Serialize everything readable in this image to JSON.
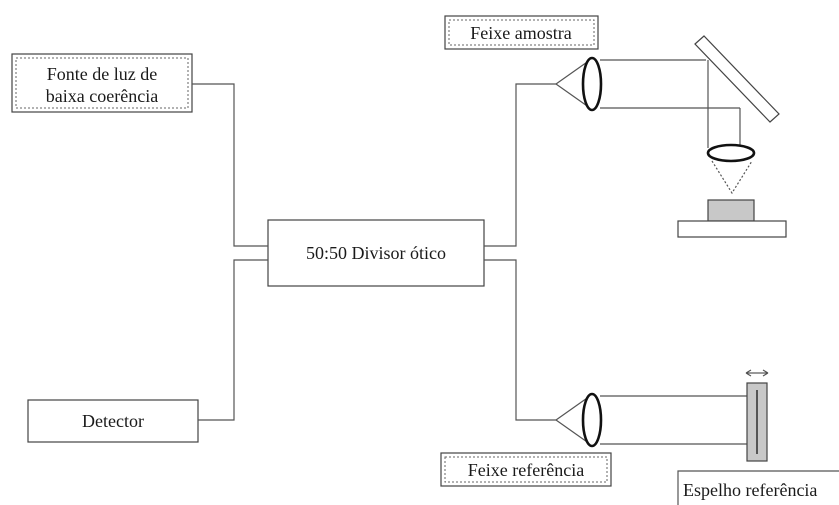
{
  "diagram": {
    "source": {
      "line1": "Fonte de luz de",
      "line2": "baixa coerência"
    },
    "detector": "Detector",
    "splitter": "50:50 Divisor ótico",
    "sample_beam": "Feixe amostra",
    "reference_beam": "Feixe referência",
    "reference_mirror": "Espelho referência",
    "mirror_motion_symbol": "↔"
  }
}
